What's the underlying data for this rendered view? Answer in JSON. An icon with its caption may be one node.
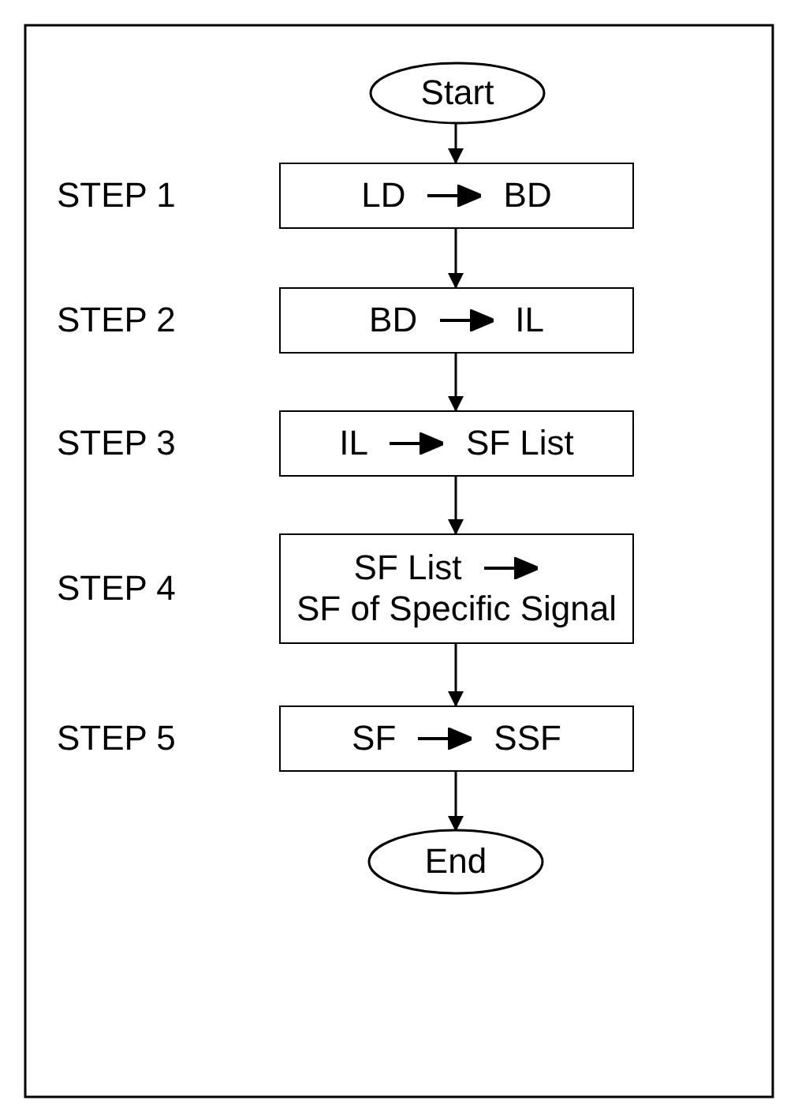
{
  "diagram": {
    "nodes": [
      {
        "text": [
          "Start"
        ]
      },
      {
        "text": [
          "LD",
          "BD"
        ],
        "beside": [
          "STEP 1"
        ]
      },
      {
        "text": [
          "BD",
          "IL"
        ],
        "beside": [
          "STEP 2"
        ]
      },
      {
        "text": [
          "IL",
          "SF List"
        ],
        "beside": [
          "STEP 3"
        ]
      },
      {
        "text": [
          "SF List",
          "SF of Specific Signal"
        ],
        "beside": [
          "STEP 4"
        ]
      },
      {
        "text": [
          "SF",
          "SSF"
        ],
        "beside": [
          "STEP 5"
        ]
      },
      {
        "text": [
          "End"
        ]
      }
    ],
    "edges": [
      {
        "from": 0,
        "to": 1,
        "arrow": "to"
      },
      {
        "from": 1,
        "to": 2,
        "arrow": "to"
      },
      {
        "from": 2,
        "to": 3,
        "arrow": "to"
      },
      {
        "from": 3,
        "to": 4,
        "arrow": "to"
      },
      {
        "from": 4,
        "to": 5,
        "arrow": "to"
      },
      {
        "from": 5,
        "to": 6,
        "arrow": "to"
      }
    ]
  }
}
